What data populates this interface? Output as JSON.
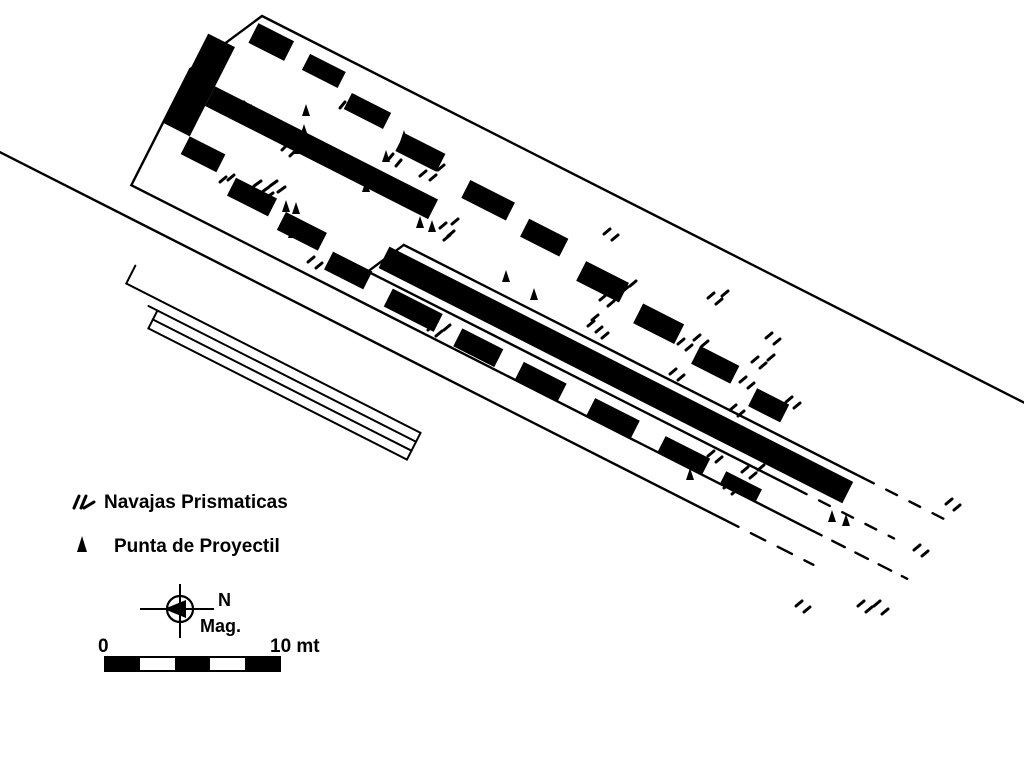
{
  "legend": {
    "items": [
      {
        "label": "Navajas Prismaticas",
        "icon": "prismatic-blade-icon"
      },
      {
        "label": "Punta de Proyectil",
        "icon": "projectile-point-icon"
      }
    ]
  },
  "north_arrow": {
    "label": "N",
    "sublabel": "Mag."
  },
  "scale_bar": {
    "start_label": "0",
    "end_label": "10 mt",
    "segments": 5
  },
  "colors": {
    "ink": "#000000",
    "paper": "#ffffff"
  }
}
